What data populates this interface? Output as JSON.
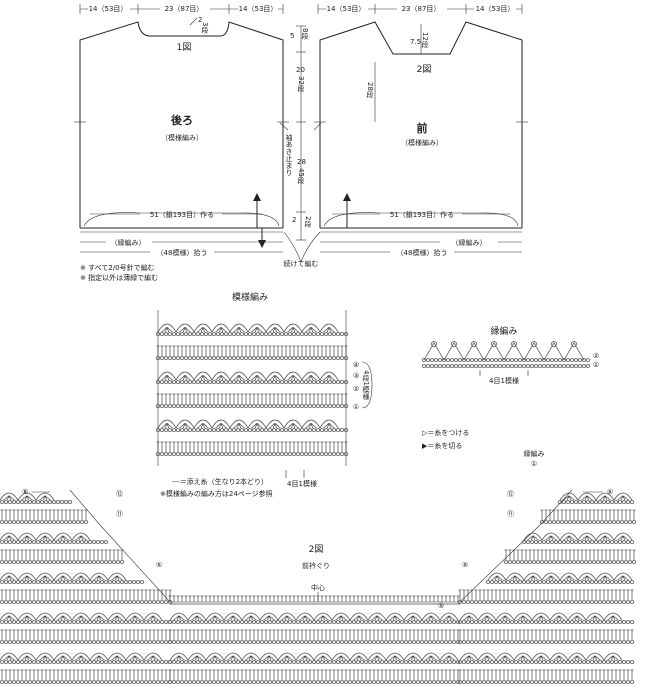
{
  "back_panel": {
    "dim_top_left": "14（53目）",
    "dim_top_mid": "23（87目）",
    "dim_top_right": "14（53目）",
    "neck_drop_num": "2",
    "neck_drop_rows": "3段",
    "figure": "1図",
    "title": "後ろ",
    "subtitle": "（模様編み）",
    "foundation": "51（鎖193目）作る",
    "border": "（縁編み）",
    "pickup": "（48模様）拾う"
  },
  "side_dims": {
    "shoulder_num": "5",
    "shoulder_rows": "8段",
    "armhole_num": "20",
    "armhole_rows": "32段",
    "side_num": "28",
    "side_rows": "45段",
    "hem_num": "2",
    "hem_rows": "2段",
    "sleeve_mark": "袖あき止まり",
    "continue": "続けて編む"
  },
  "front_panel": {
    "dim_top_left": "14（53目）",
    "dim_top_mid": "23（87目）",
    "dim_top_right": "14（53目）",
    "neck_num": "7.5",
    "neck_rows": "12段",
    "figure": "2図",
    "inner_rows": "28段",
    "title": "前",
    "subtitle": "（模様編み）",
    "foundation": "51（鎖193目）作る",
    "border": "（縁編み）",
    "pickup": "（48模様）拾う"
  },
  "notes": [
    "※ すべて2/0号針で編む",
    "※ 指定以外は薄緑で編む"
  ],
  "pattern_chart": {
    "title": "模様編み",
    "row_labels": [
      "④",
      "③",
      "②",
      "①"
    ],
    "repeat_label": "4段1模様",
    "bottom_label": "4目1模様",
    "legend": "---＝添え糸（生なり2本どり）",
    "note": "※模様編みの編み方は24ページ参照"
  },
  "border_chart": {
    "title": "縁編み",
    "row_labels": [
      "②",
      "①"
    ],
    "repeat_label": "4目1模様"
  },
  "symbols": {
    "attach": "▷＝糸をつける",
    "cut": "▶＝糸を切る"
  },
  "neck_chart": {
    "figure": "2図",
    "title": "前衿ぐり",
    "center": "中心",
    "label_border": "縁編み",
    "label_border_num": "①",
    "left_labels": [
      "⑧",
      "⑫",
      "⑪",
      "⑤"
    ],
    "right_labels": [
      "⑥",
      "⑫",
      "⑪",
      "⑤"
    ]
  }
}
